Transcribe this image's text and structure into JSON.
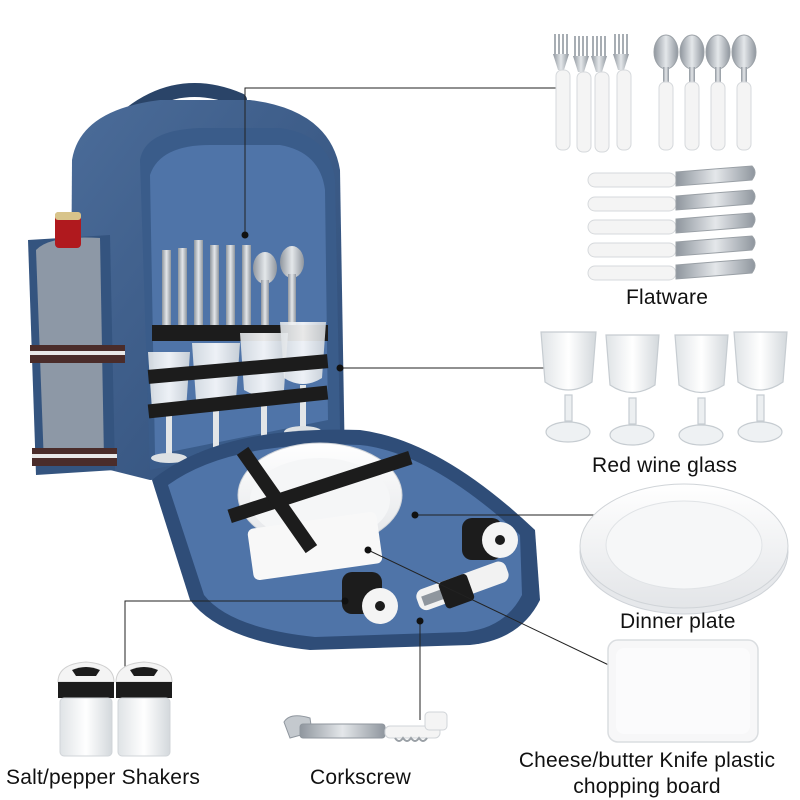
{
  "labels": {
    "flatware": "Flatware",
    "wine_glass": "Red wine glass",
    "dinner_plate": "Dinner plate",
    "shakers": "Salt/pepper Shakers",
    "corkscrew": "Corkscrew",
    "board_line1": "Cheese/butter Knife plastic",
    "board_line2": "chopping board"
  },
  "colors": {
    "bag_blue": "#3e5f8c",
    "bag_dark": "#2a4468",
    "lining": "#4f74a8",
    "strap": "#1c1c1c",
    "white_item": "#f4f4f4",
    "steel": "#b9bec4",
    "wine_cap": "#b0191e"
  },
  "icons": [
    "backpack-photo",
    "fork-icon",
    "spoon-icon",
    "knife-icon",
    "wine-glass-icon",
    "plate-icon",
    "shaker-icon",
    "corkscrew-icon",
    "board-icon"
  ]
}
